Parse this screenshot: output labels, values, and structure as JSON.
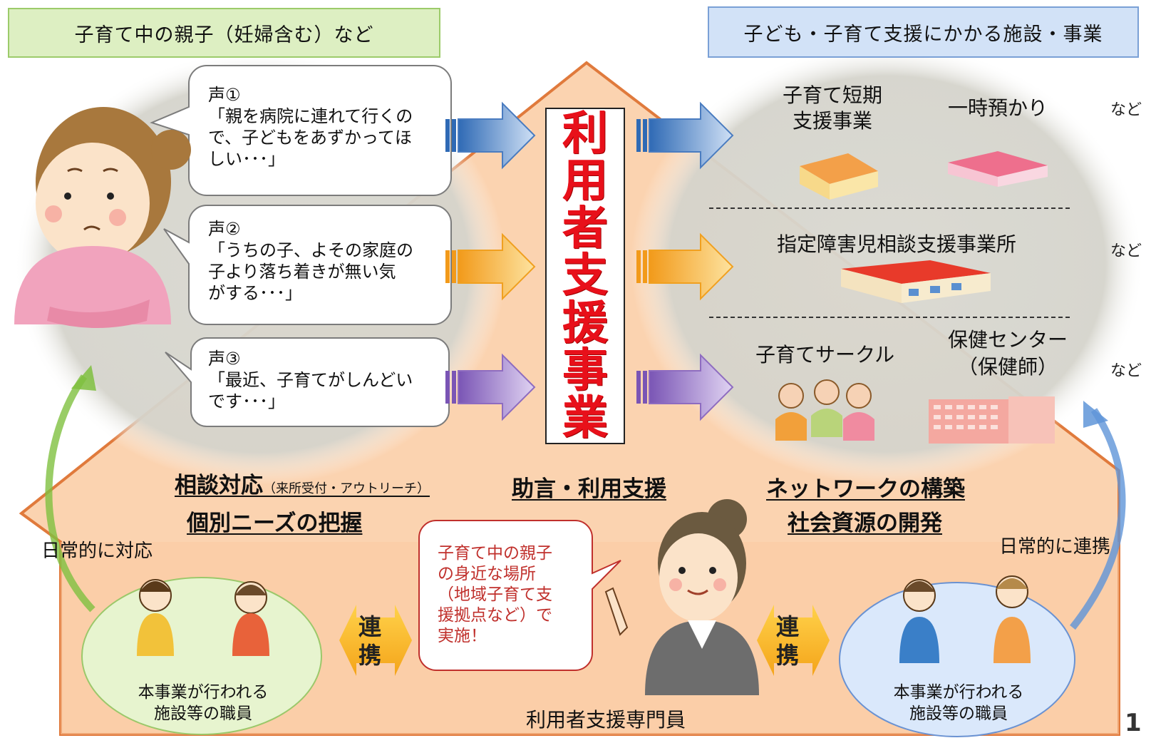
{
  "headers": {
    "left": "子育て中の親子（妊婦含む）など",
    "right": "子ども・子育て支援にかかる施設・事業"
  },
  "voices": [
    {
      "title": "声①",
      "body": "「親を病院に連れて行くの\nで、子どもをあずかってほ\nしい･･･」",
      "arrow_color": "#4a86c8"
    },
    {
      "title": "声②",
      "body": "「うちの子、よその家庭の\n子より落ち着きが無い気\nがする･･･」",
      "arrow_color": "#f0a020"
    },
    {
      "title": "声③",
      "body": "「最近、子育てがしんどい\nです･･･」",
      "arrow_color": "#8e6cc0"
    }
  ],
  "center": {
    "title_chars": [
      "利",
      "用",
      "者",
      "支",
      "援",
      "事",
      "業"
    ],
    "title_color": "#e8101a"
  },
  "services": {
    "row1": {
      "item1": "子育て短期\n支援事業",
      "item2": "一時預かり",
      "nado": "など"
    },
    "row2": {
      "item1": "指定障害児相談支援事業所",
      "nado": "など"
    },
    "row3": {
      "item1": "子育てサークル",
      "item2": "保健センター\n（保健師）",
      "nado": "など"
    }
  },
  "functions": {
    "consult": "相談対応",
    "consult_note": "（来所受付・アウトリーチ）",
    "needs": "個別ニーズの把握",
    "advice": "助言・利用支援",
    "network": "ネットワークの構築",
    "resources": "社会資源の開発"
  },
  "bottom": {
    "left_caption": "日常的に対応",
    "right_caption": "日常的に連携",
    "left_staff": "本事業が行われる\n施設等の職員",
    "right_staff": "本事業が行われる\n施設等の職員",
    "link_left": "連携",
    "link_right": "連携",
    "speech": "子育て中の親子\nの身近な場所\n（地域子育て支\n援拠点など）で\n実施！",
    "specialist": "利用者支援専門員"
  },
  "page_number": "1",
  "colors": {
    "house_fill": "#fbd5b5",
    "house_stroke": "#e0783a",
    "left_header_bg": "#ddefc2",
    "right_header_bg": "#d2e2f7",
    "circle_fill": "#d8d7cd",
    "red_text": "#c0302c"
  }
}
